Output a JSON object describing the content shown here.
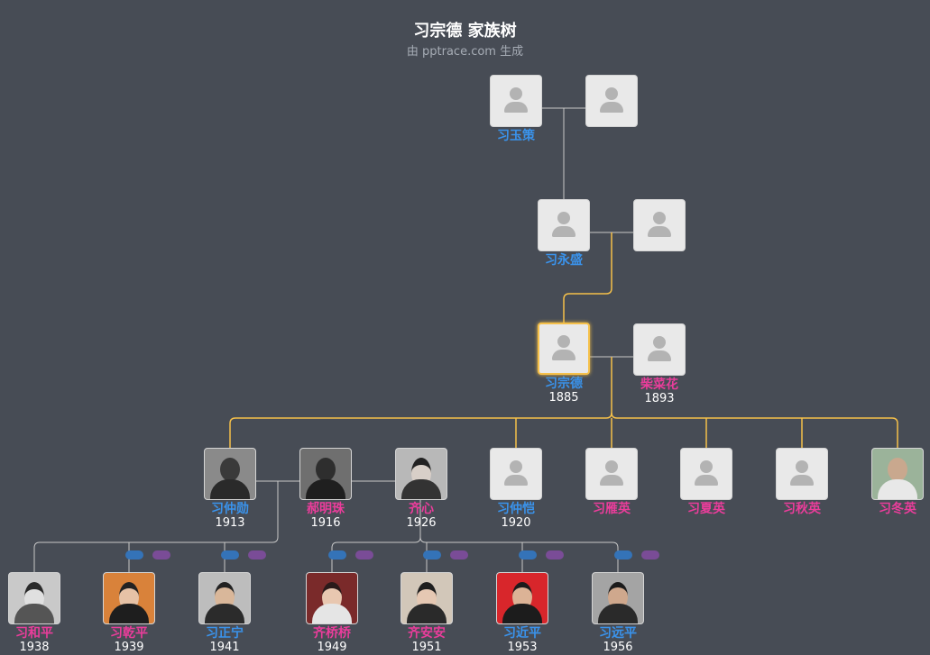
{
  "header": {
    "title": "习宗德 家族树",
    "subtitle": "由 pptrace.com 生成"
  },
  "colors": {
    "background": "#474c55",
    "male_name": "#3a93ec",
    "female_name": "#ea3d9b",
    "highlight_line": "#f5c04a",
    "normal_line": "#c8c8c8"
  },
  "people": {
    "xi_yuce": {
      "name": "习玉策",
      "year": ""
    },
    "xi_yuce_spouse": {
      "name": "",
      "year": ""
    },
    "xi_yongsheng": {
      "name": "习永盛",
      "year": ""
    },
    "xi_yongsheng_spouse": {
      "name": "",
      "year": ""
    },
    "xi_zongde": {
      "name": "习宗德",
      "year": "1885"
    },
    "chai_caihua": {
      "name": "柴菜花",
      "year": "1893"
    },
    "xi_zhongxun": {
      "name": "习仲勋",
      "year": "1913"
    },
    "hao_mingzhu": {
      "name": "郝明珠",
      "year": "1916"
    },
    "qi_xin": {
      "name": "齐心",
      "year": "1926"
    },
    "xi_zhongkai": {
      "name": "习仲恺",
      "year": "1920"
    },
    "xi_yanying": {
      "name": "习雁英",
      "year": ""
    },
    "xi_xiaying": {
      "name": "习夏英",
      "year": ""
    },
    "xi_qiuying": {
      "name": "习秋英",
      "year": ""
    },
    "xi_dongying": {
      "name": "习冬英",
      "year": ""
    },
    "xi_heping": {
      "name": "习和平",
      "year": "1938"
    },
    "xi_qianping": {
      "name": "习乾平",
      "year": "1939"
    },
    "xi_zhengning": {
      "name": "习正宁",
      "year": "1941"
    },
    "qi_qiaoqiao": {
      "name": "齐桥桥",
      "year": "1949"
    },
    "qi_anan": {
      "name": "齐安安",
      "year": "1951"
    },
    "xi_jinping": {
      "name": "习近平",
      "year": "1953"
    },
    "xi_yuanping": {
      "name": "习远平",
      "year": "1956"
    }
  }
}
